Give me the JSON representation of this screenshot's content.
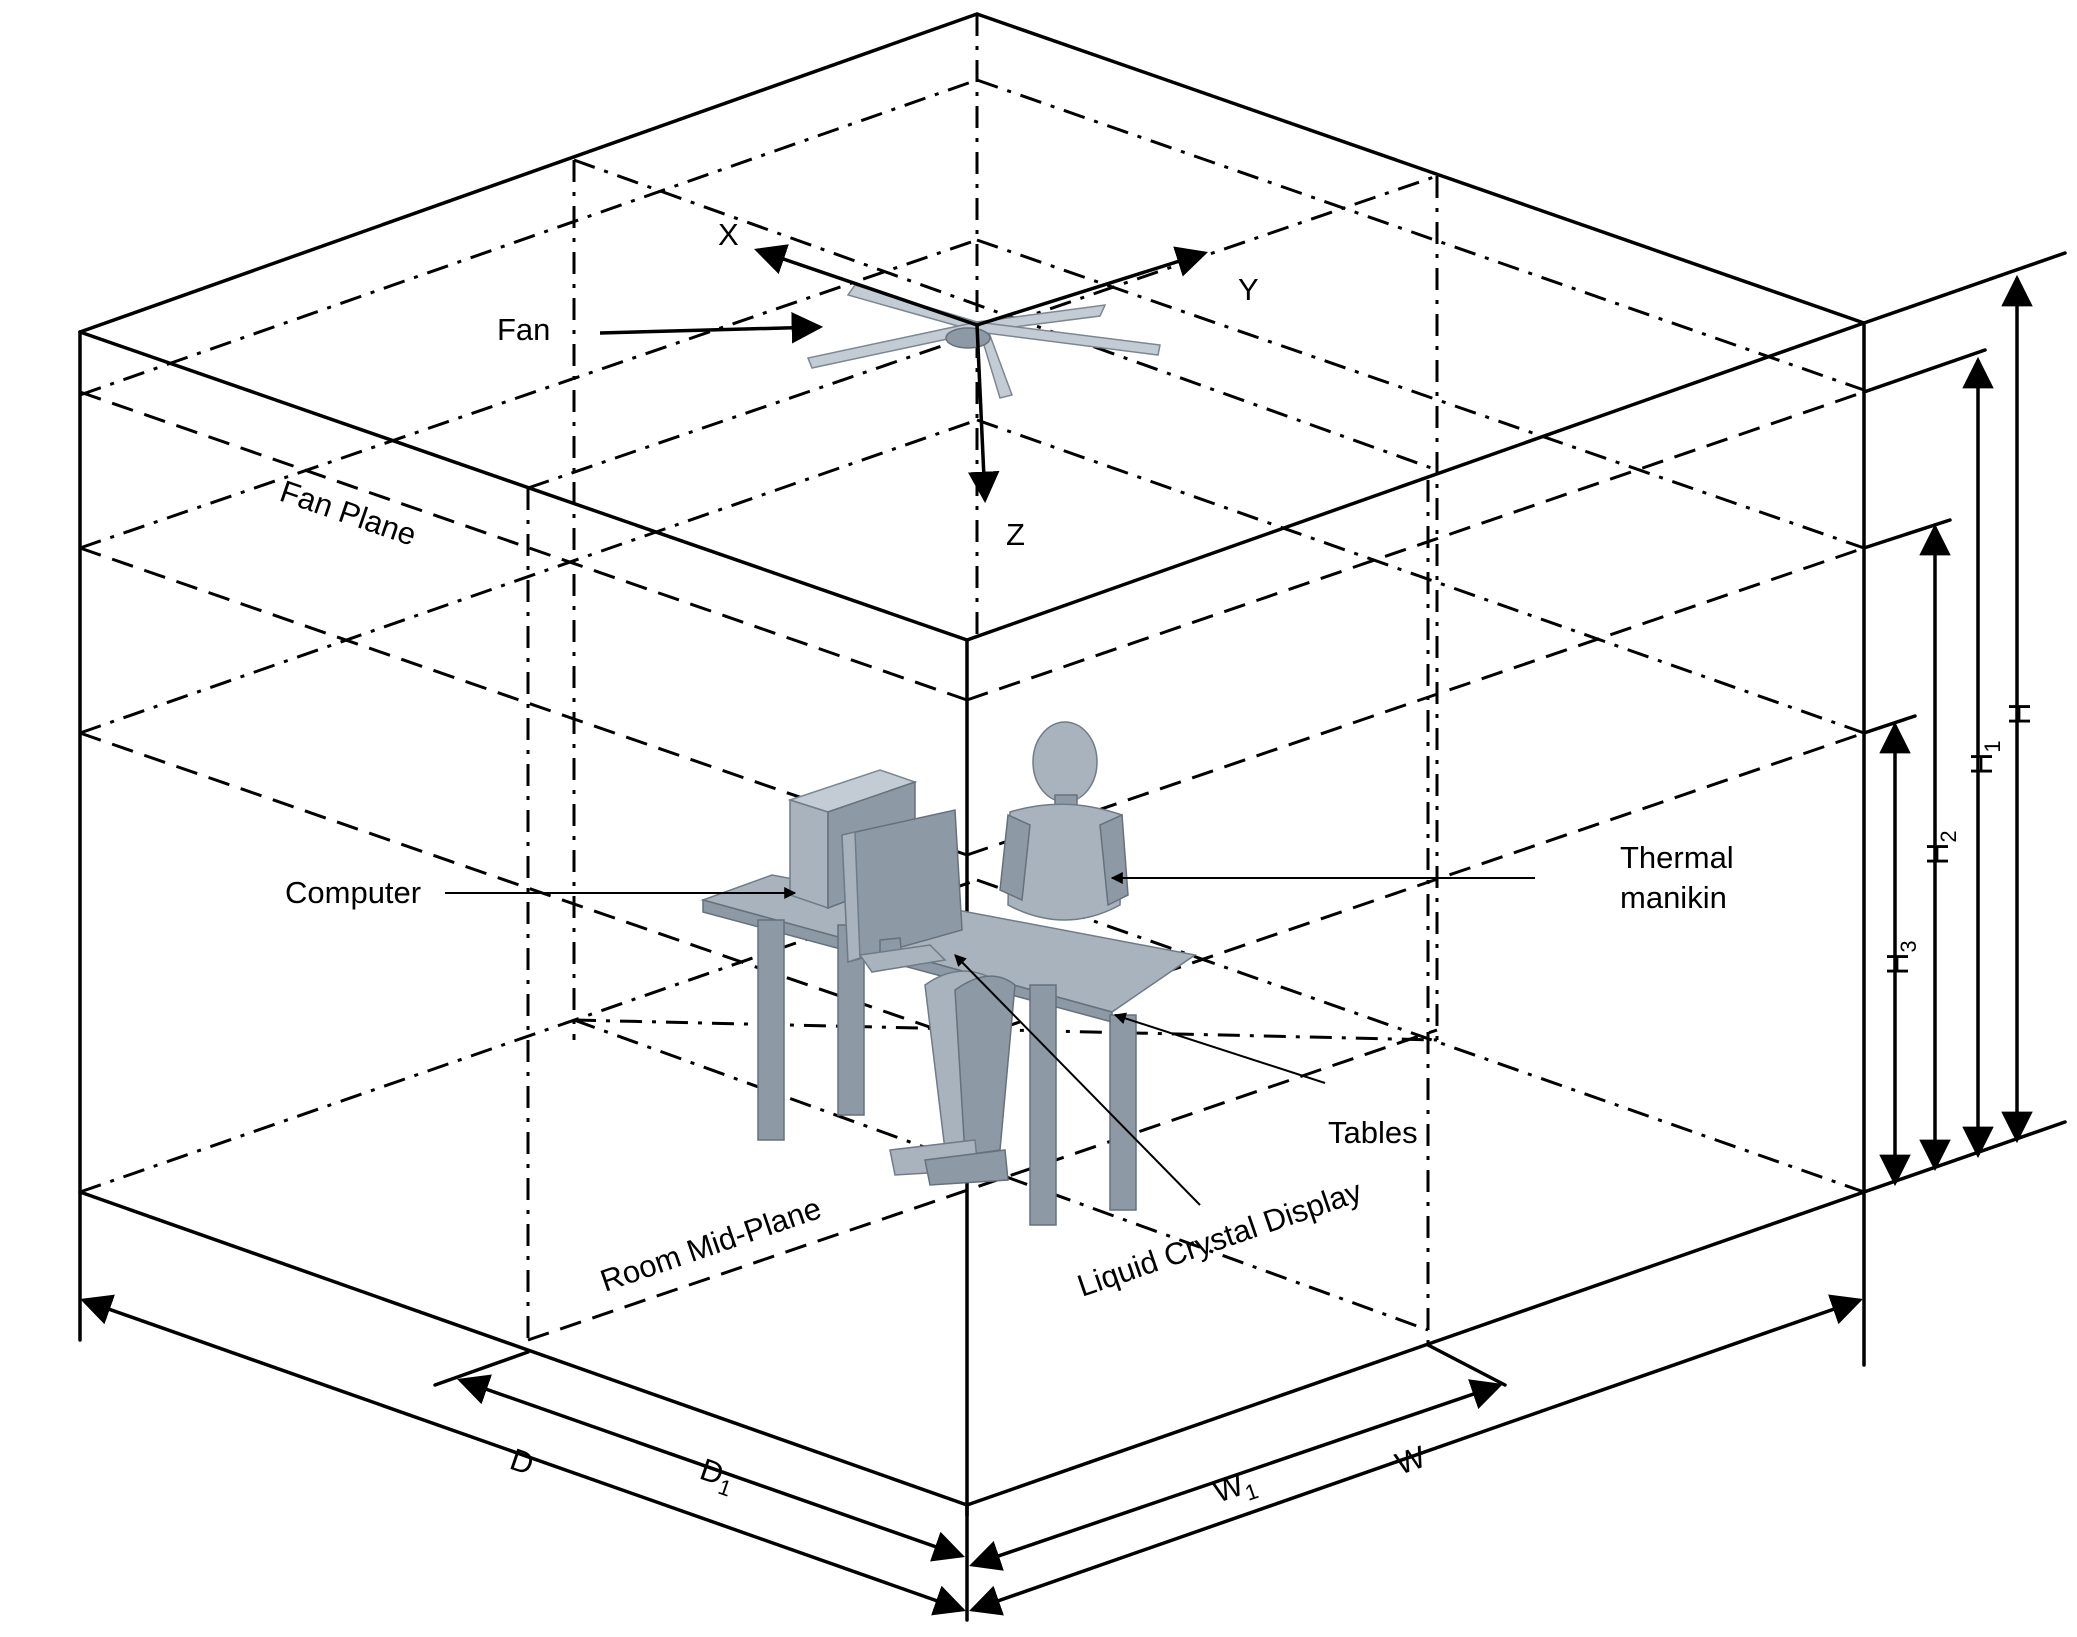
{
  "labels": {
    "x_axis": "X",
    "y_axis": "Y",
    "z_axis": "Z",
    "fan": "Fan",
    "fan_plane": "Fan Plane",
    "computer": "Computer",
    "thermal_manikin_1": "Thermal",
    "thermal_manikin_2": "manikin",
    "tables": "Tables",
    "lcd": "Liquid Crystal Display",
    "room_mid_plane": "Room Mid-Plane",
    "dim_d": "D",
    "dim_d1": "D",
    "dim_d1_sub": "1",
    "dim_w": "W",
    "dim_w1": "W",
    "dim_w1_sub": "1",
    "dim_h": "H",
    "dim_h1": "H",
    "dim_h1_sub": "1",
    "dim_h2": "H",
    "dim_h2_sub": "2",
    "dim_h3": "H",
    "dim_h3_sub": "3"
  },
  "colors": {
    "line": "#000000",
    "object_fill": "#a9b3bd",
    "background": "#ffffff"
  }
}
